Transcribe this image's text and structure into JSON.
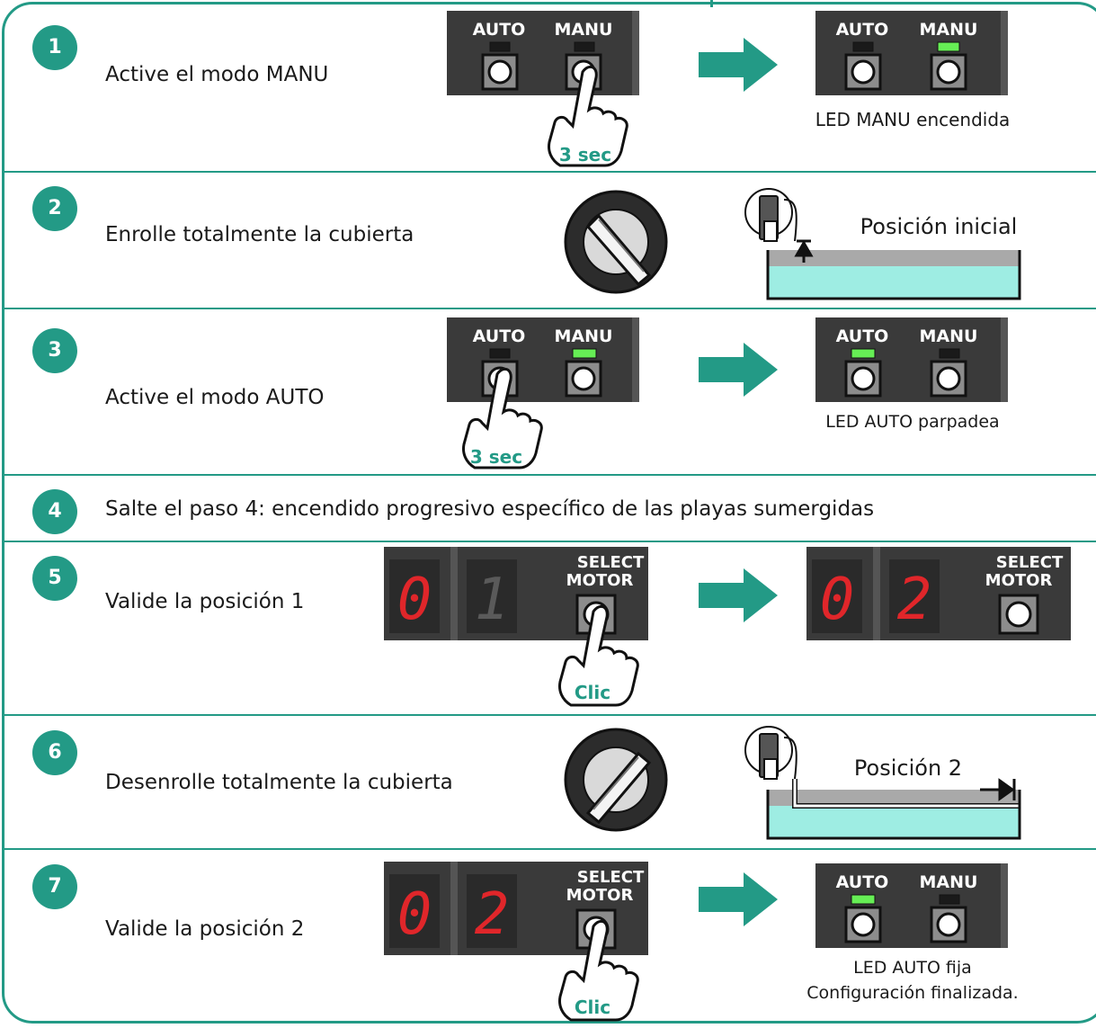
{
  "colors": {
    "accent": "#239a86",
    "panel": "#3a3a3a",
    "led_on": "#66ee55",
    "digit": "#e0262a",
    "water": "#9eede3",
    "pool_wall": "#a9a9a9"
  },
  "steps": [
    {
      "number": "1",
      "text": "Active el modo MANU",
      "caption": "LED MANU encendida",
      "press": "3 sec"
    },
    {
      "number": "2",
      "text": "Enrolle totalmente la cubierta",
      "scene_label": "Posición inicial"
    },
    {
      "number": "3",
      "text": "Active el modo AUTO",
      "caption": "LED AUTO parpadea",
      "press": "3 sec"
    },
    {
      "number": "4",
      "text": "Salte el paso 4: encendido progresivo específico de las playas sumergidas"
    },
    {
      "number": "5",
      "text": "Valide la posición 1",
      "press": "Clic"
    },
    {
      "number": "6",
      "text": "Desenrolle totalmente la cubierta",
      "scene_label": "Posición 2"
    },
    {
      "number": "7",
      "text": "Valide la posición 2",
      "caption_line1": "LED AUTO fija",
      "caption_line2": "Configuración finalizada.",
      "press": "Clic"
    }
  ],
  "panel": {
    "auto": "AUTO",
    "manu": "MANU",
    "select": "SELECT",
    "motor": "MOTOR"
  },
  "icons": {
    "finger": "pointing-hand-icon",
    "key": "key-switch-icon",
    "arrow": "right-arrow-icon",
    "pool": "pool-cover-icon"
  }
}
